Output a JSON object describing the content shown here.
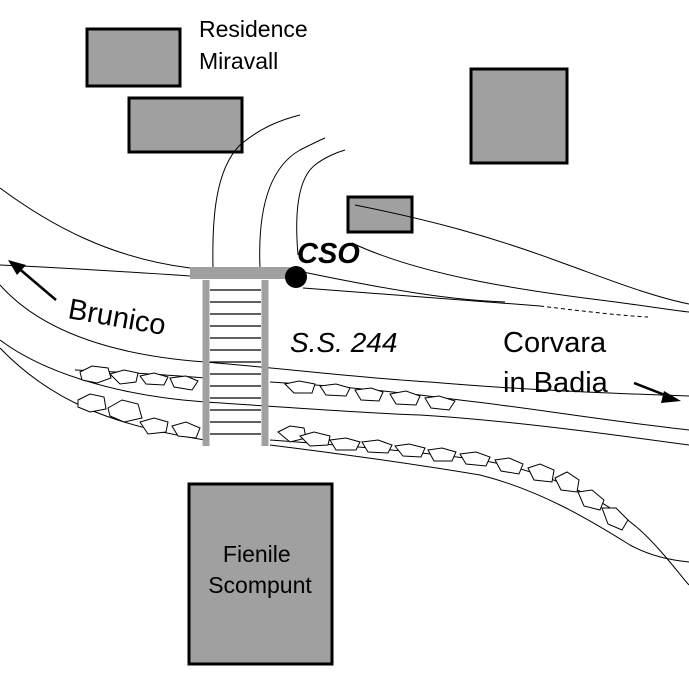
{
  "labels": {
    "residence_line1": "Residence",
    "residence_line2": "Miravall",
    "cso": "CSO",
    "brunico": "Brunico",
    "road": "S.S. 244",
    "corvara_line1": "Corvara",
    "corvara_line2": "in Badia",
    "fienile_line1": "Fienile",
    "fienile_line2": "Scompunt"
  },
  "colors": {
    "building_fill": "#a0a0a0",
    "bridge": "#a0a0a0",
    "outline": "#000000"
  }
}
